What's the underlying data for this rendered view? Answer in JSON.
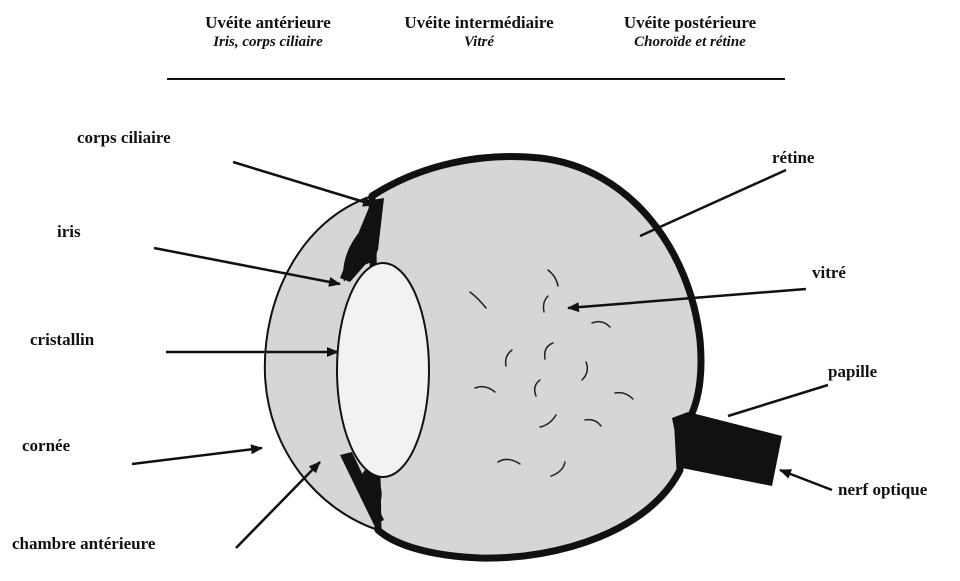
{
  "header": {
    "columns": [
      {
        "title": "Uvéite antérieure",
        "subtitle": "Iris, corps ciliaire"
      },
      {
        "title": "Uvéite intermédiaire",
        "subtitle": "Vitré"
      },
      {
        "title": "Uvéite postérieure",
        "subtitle": "Choroïde et rétine"
      }
    ]
  },
  "labels": {
    "corps_ciliaire": "corps ciliaire",
    "iris": "iris",
    "cristallin": "cristallin",
    "cornee": "cornée",
    "chambre_anterieure": "chambre antérieure",
    "retine": "rétine",
    "vitre": "vitré",
    "papille": "papille",
    "nerf_optique": "nerf optique"
  },
  "colors": {
    "eye_fill": "#d6d6d6",
    "lens_fill": "#f2f2f2",
    "ink": "#111111"
  }
}
